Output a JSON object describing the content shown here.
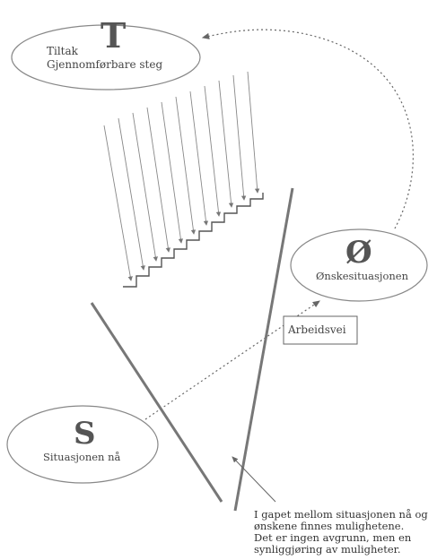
{
  "nodes": {
    "tiltak": {
      "letter": "T",
      "line1": "Tiltak",
      "line2": "Gjennomførbare steg"
    },
    "onske": {
      "letter": "Ø",
      "label": "Ønskesituasjonen"
    },
    "situasjon": {
      "letter": "S",
      "label": "Situasjonen nå"
    }
  },
  "arbeidsvei_label": "Arbeidsvei",
  "caption": {
    "lines": [
      "I gapet mellom situasjonen nå og",
      "ønskene finnes mulighetene.",
      "Det er ingen avgrunn, men en",
      "synliggjøring av muligheter."
    ]
  }
}
